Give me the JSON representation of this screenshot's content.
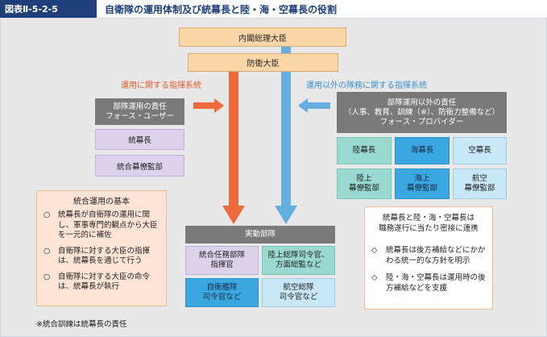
{
  "header": {
    "figure_label": "図表Ⅱ-5-2-5",
    "title": "自衛隊の運用体制及び統幕長と陸・海・空幕長の役割"
  },
  "top": {
    "cabinet": "内閣総理大臣",
    "defense_minister": "防衛大臣"
  },
  "labels": {
    "operational_chain": "運用に関する指揮系統",
    "non_operational_chain": "運用以外の隊務に関する指揮系統"
  },
  "left": {
    "head_line1": "部隊運用の責任",
    "head_line2": "フォース・ユーザー",
    "items": [
      "統幕長",
      "統合幕僚監部"
    ]
  },
  "right": {
    "head_line1": "部隊運用以外の責任",
    "head_line2": "（人事、教育、訓練（※）、防衛力整備など）",
    "head_line3": "フォース・プロバイダー",
    "row1": [
      "陸幕長",
      "海幕長",
      "空幕長"
    ],
    "row2": [
      {
        "l1": "陸上",
        "l2": "幕僚監部"
      },
      {
        "l1": "海上",
        "l2": "幕僚監部"
      },
      {
        "l1": "航空",
        "l2": "幕僚監部"
      }
    ]
  },
  "forces": {
    "title": "実動部隊",
    "c1": {
      "l1": "統合任務部隊",
      "l2": "指揮官"
    },
    "c2": {
      "l1": "陸上総隊司令官、",
      "l2": "方面総監など"
    },
    "c3": {
      "l1": "自衛艦隊",
      "l2": "司令官など"
    },
    "c4": {
      "l1": "航空総隊",
      "l2": "司令官など"
    }
  },
  "basics": {
    "title": "統合運用の基本",
    "bullet_mark": "○",
    "items": [
      "統幕長が自衛隊の運用に関し、軍事専門的観点から大臣を一元的に補佐",
      "自衛隊に対する大臣の指揮は、統幕長を通じて行う",
      "自衛隊に対する大臣の命令は、統幕長が執行"
    ]
  },
  "cooperation": {
    "lead1": "統幕長と陸・海・空幕長は",
    "lead2": "職務遂行に当たり密接に連携",
    "bullet_mark": "◇",
    "items": [
      "統幕長は後方補給などにかかわる統一的な方針を明示",
      "陸・海・空幕長は運用時の後方補給などを支援"
    ]
  },
  "footnote": "※統合訓練は統幕長の責任",
  "colors": {
    "red_arrow": "#ee6a3c",
    "blue_arrow": "#64afe0",
    "navy": "#1f3f7a"
  }
}
